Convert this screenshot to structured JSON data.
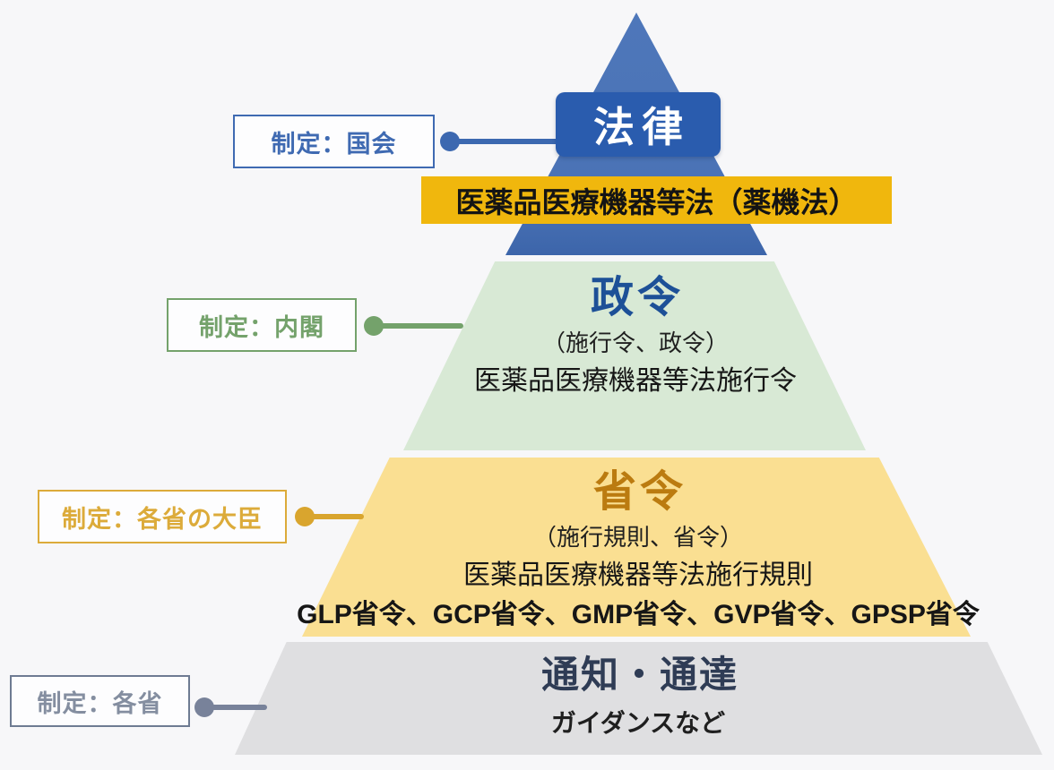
{
  "colors": {
    "background": "#f7f7f9",
    "law_triangle": "#4a72b5",
    "law_box_bg": "#2a5cae",
    "law_box_text": "#ffffff",
    "banner_bg": "#f0b70d",
    "banner_text": "#141414",
    "seirei_bg": "#d8e9d5",
    "seirei_title": "#1d5097",
    "shorei_bg": "#fadf92",
    "shorei_title": "#bb7b10",
    "tsuchi_bg": "#dfdfe1",
    "tsuchi_title": "#2f3c55",
    "label_kokkai": "#3f6ab2",
    "label_naikaku": "#74a26b",
    "label_daijin": "#dcab3a",
    "label_kakusho": "#78829a"
  },
  "banner": {
    "text": "医薬品医療機器等法（薬機法）"
  },
  "tiers": [
    {
      "name": "law",
      "title": "法律",
      "maker": {
        "label": "制定：国会"
      }
    },
    {
      "name": "cabinet-order",
      "title": "政令",
      "subtitle": "（施行令、政令）",
      "line1": "医薬品医療機器等法施行令",
      "maker": {
        "label": "制定：内閣"
      }
    },
    {
      "name": "ministerial-ordinance",
      "title": "省令",
      "subtitle": "（施行規則、省令）",
      "line1": "医薬品医療機器等法施行規則",
      "line2": "GLP省令、GCP省令、GMP省令、GVP省令、GPSP省令",
      "maker": {
        "label": "制定：各省の大臣"
      }
    },
    {
      "name": "notification",
      "title": "通知・通達",
      "subtitle": "ガイダンスなど",
      "maker": {
        "label": "制定：各省"
      }
    }
  ]
}
